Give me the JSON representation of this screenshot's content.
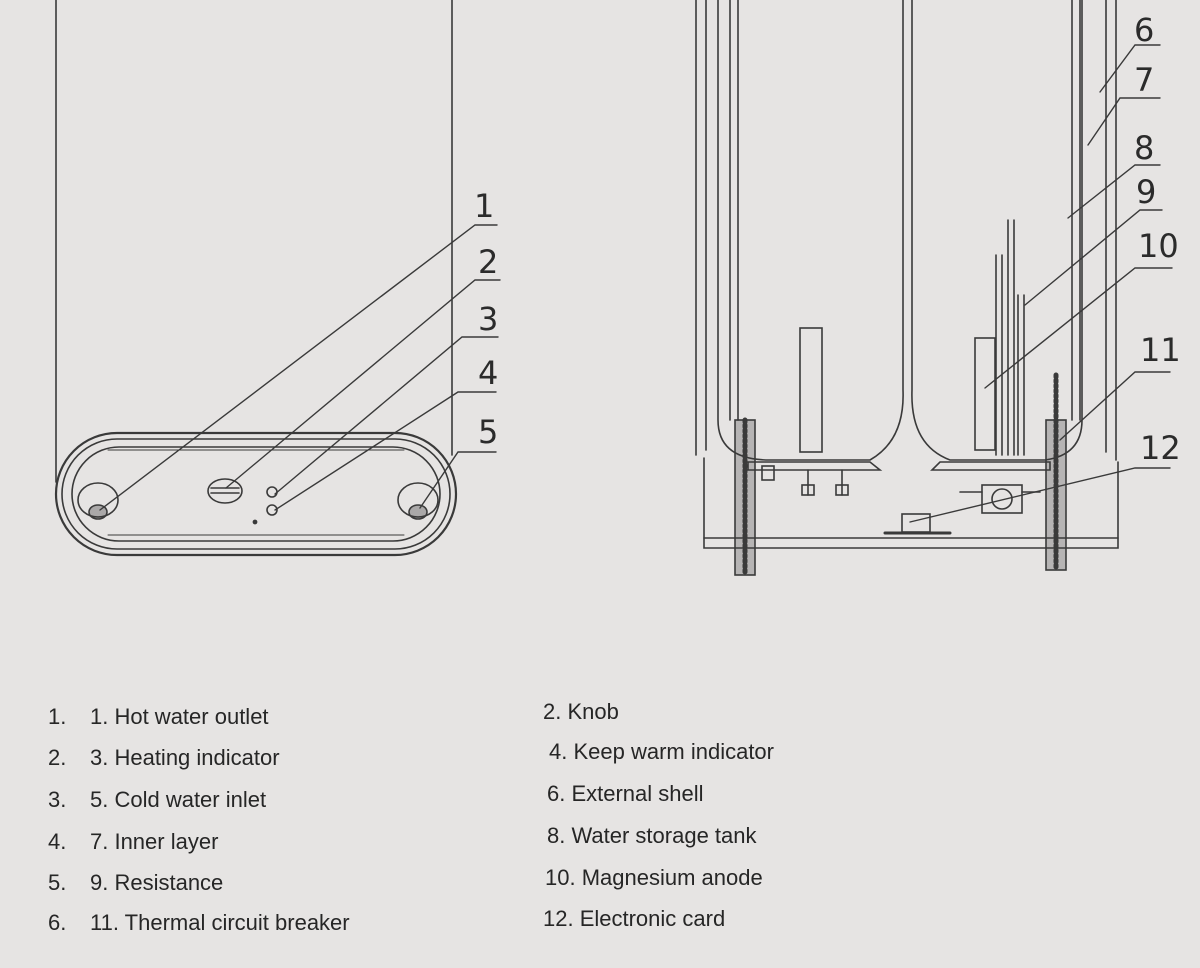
{
  "callouts": {
    "n1": "1",
    "n2": "2",
    "n3": "3",
    "n4": "4",
    "n5": "5",
    "n6": "6",
    "n7": "7",
    "n8": "8",
    "n9": "9",
    "n10": "10",
    "n11": "11",
    "n12": "12"
  },
  "legend_left": [
    {
      "num": "1.",
      "text": "1. Hot water outlet"
    },
    {
      "num": "2.",
      "text": "3. Heating indicator"
    },
    {
      "num": "3.",
      "text": "5. Cold water inlet"
    },
    {
      "num": "4.",
      "text": "7. Inner layer"
    },
    {
      "num": "5.",
      "text": "9. Resistance"
    },
    {
      "num": "6.",
      "text": "11. Thermal circuit breaker"
    }
  ],
  "legend_right": [
    {
      "text": "2. Knob"
    },
    {
      "text": "4. Keep warm indicator"
    },
    {
      "text": "6. External shell"
    },
    {
      "text": "8. Water storage tank"
    },
    {
      "text": "10. Magnesium anode"
    },
    {
      "text": "12. Electronic card"
    }
  ],
  "colors": {
    "paper": "#e6e4e3",
    "ink": "#3a3a3a"
  }
}
